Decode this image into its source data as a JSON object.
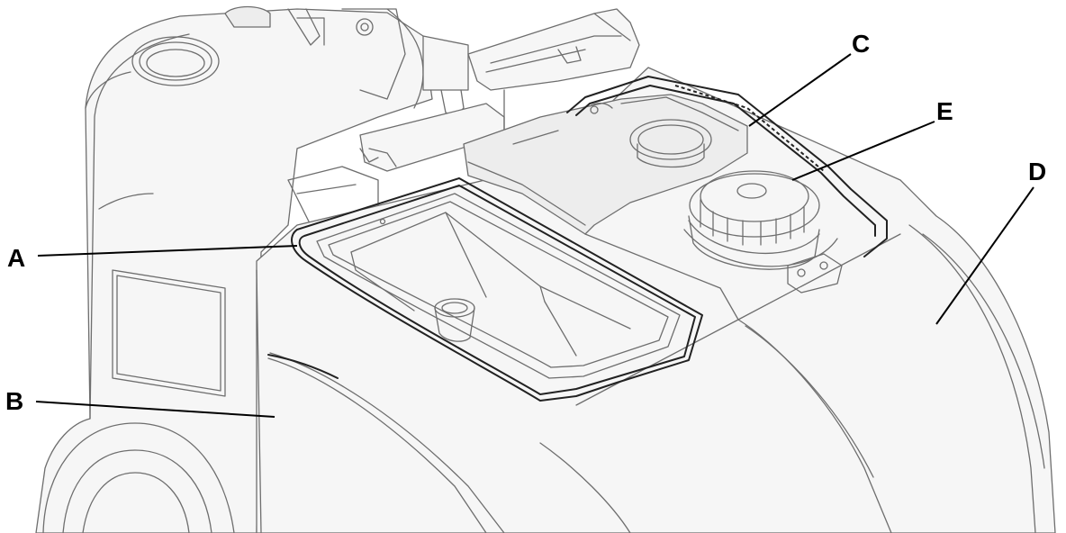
{
  "callouts": [
    {
      "id": "A",
      "label": "A"
    },
    {
      "id": "B",
      "label": "B"
    },
    {
      "id": "C",
      "label": "C"
    },
    {
      "id": "D",
      "label": "D"
    },
    {
      "id": "E",
      "label": "E"
    }
  ],
  "colors": {
    "line": "#6e6e6e",
    "line_dark": "#222222",
    "leader": "#000000",
    "background": "#ffffff"
  }
}
